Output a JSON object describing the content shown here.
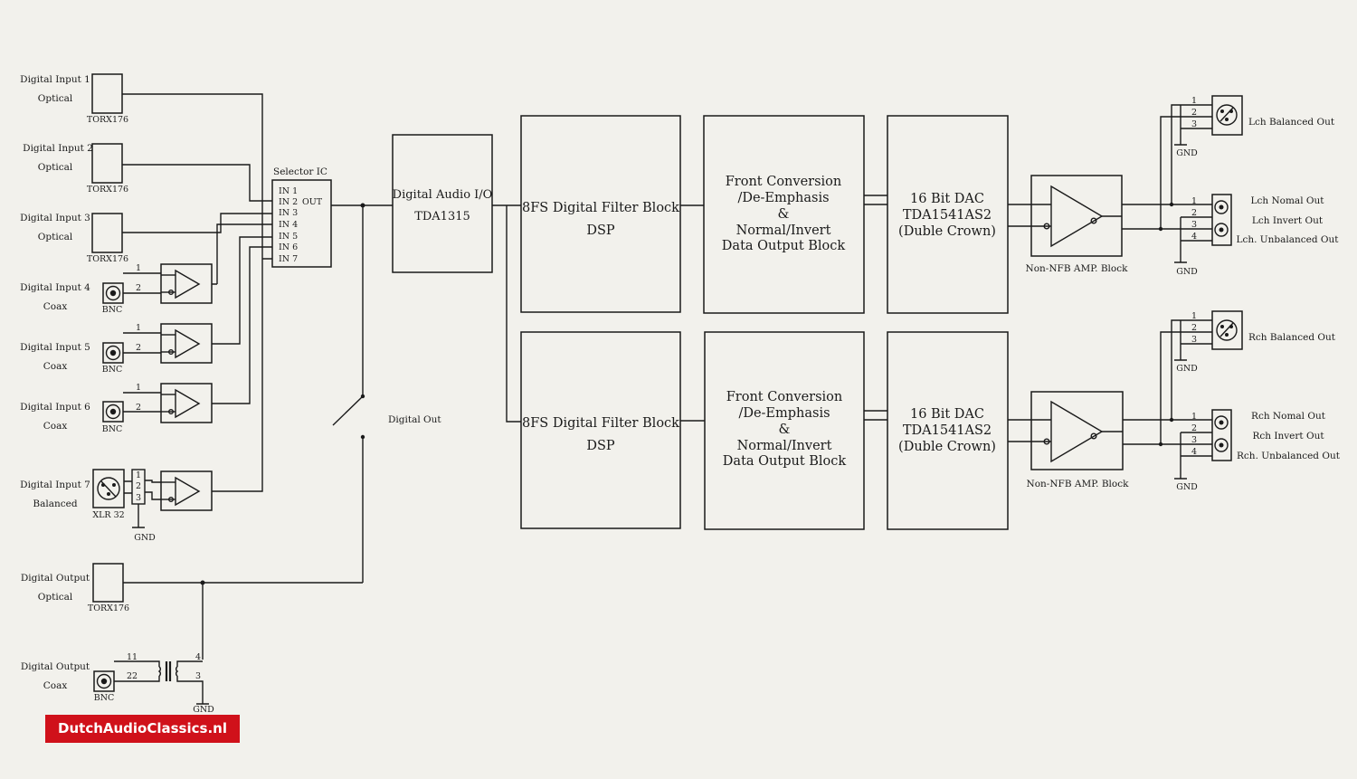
{
  "inputs": {
    "in1": {
      "name": "Digital Input 1",
      "type": "Optical",
      "part": "TORX176"
    },
    "in2": {
      "name": "Digital Input 2",
      "type": "Optical",
      "part": "TORX176"
    },
    "in3": {
      "name": "Digital Input 3",
      "type": "Optical",
      "part": "TORX176"
    },
    "in4": {
      "name": "Digital Input 4",
      "type": "Coax",
      "part": "BNC"
    },
    "in5": {
      "name": "Digital Input 5",
      "type": "Coax",
      "part": "BNC"
    },
    "in6": {
      "name": "Digital Input 6",
      "type": "Coax",
      "part": "BNC"
    },
    "in7": {
      "name": "Digital Input 7",
      "type": "Balanced",
      "part": "XLR 32"
    }
  },
  "outputs_digital": {
    "optical": {
      "name": "Digital Output",
      "type": "Optical",
      "part": "TORX176"
    },
    "coax": {
      "name": "Digital Output",
      "type": "Coax",
      "part": "BNC"
    }
  },
  "selector": {
    "title": "Selector IC",
    "inputs": [
      "IN 1",
      "IN 2",
      "IN 3",
      "IN 4",
      "IN 5",
      "IN 6",
      "IN 7"
    ],
    "out": "OUT"
  },
  "dai": {
    "line1": "Digital Audio I/O",
    "line2": "TDA1315"
  },
  "digital_out_label": "Digital Out",
  "filter": {
    "line1": "8FS Digital Filter Block",
    "line2": "DSP"
  },
  "conversion": {
    "line1": "Front Conversion",
    "line2": "/De-Emphasis",
    "line3": "&",
    "line4": "Normal/Invert",
    "line5": "Data Output Block"
  },
  "dac": {
    "line1": "16 Bit DAC",
    "line2": "TDA1541AS2",
    "line3": "(Duble Crown)"
  },
  "amp_label": "Non-NFB AMP. Block",
  "gnd": "GND",
  "pins": {
    "p1": "1",
    "p2": "2",
    "p3": "3",
    "p4": "4",
    "p11": "11",
    "p22": "22"
  },
  "left_out": {
    "balanced": "Lch Balanced Out",
    "normal": "Lch Nomal Out",
    "invert": "Lch Invert Out",
    "unbalanced": "Lch. Unbalanced Out"
  },
  "right_out": {
    "balanced": "Rch Balanced Out",
    "normal": "Rch Nomal Out",
    "invert": "Rch Invert Out",
    "unbalanced": "Rch.  Unbalanced Out"
  },
  "watermark": "DutchAudioClassics.nl"
}
